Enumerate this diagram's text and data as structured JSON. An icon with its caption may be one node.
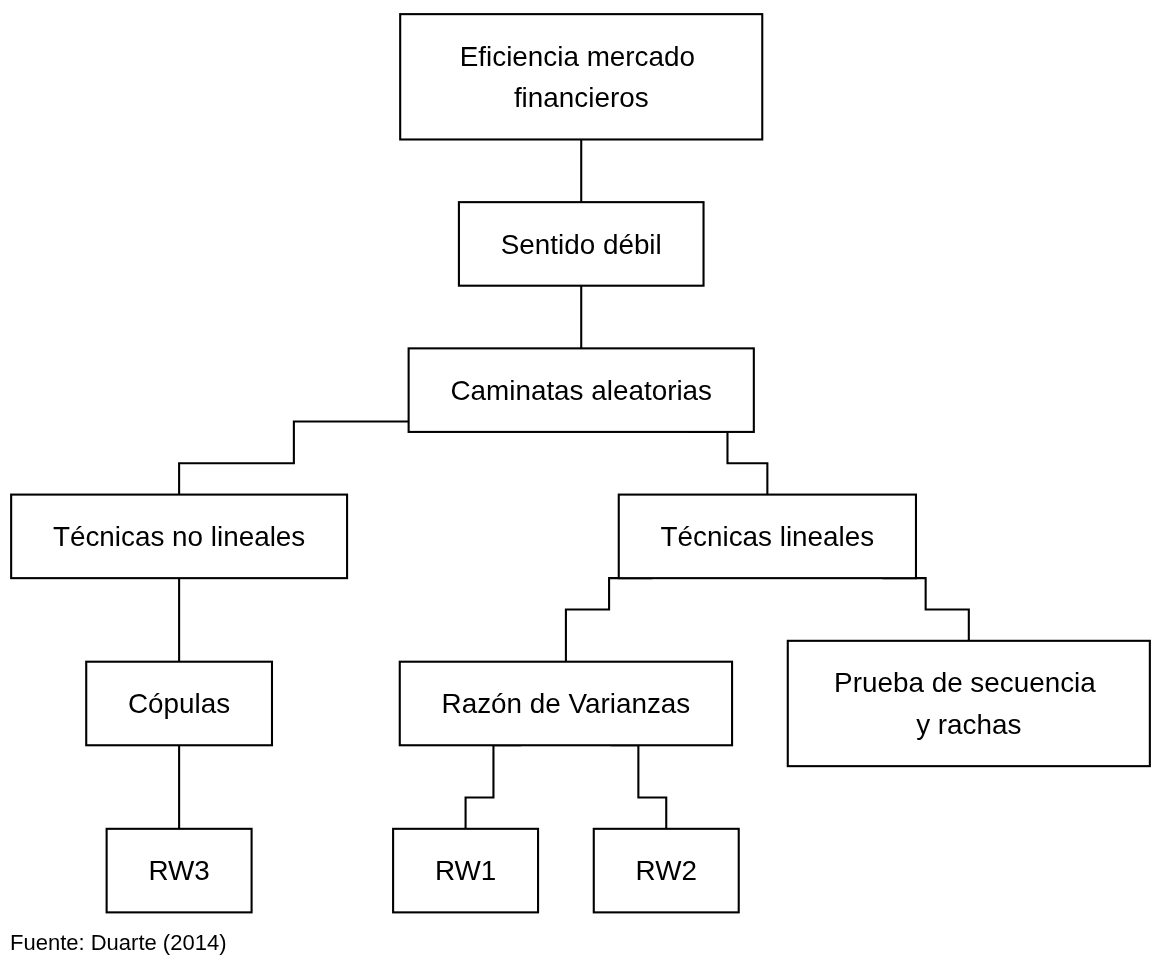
{
  "diagram": {
    "caption": "Fuente: Duarte (2014)",
    "nodes": [
      {
        "text": [
          "Eficiencia mercado financieros"
        ]
      },
      {
        "text": [
          "Sentido débil"
        ]
      },
      {
        "text": [
          "Caminatas aleatorias"
        ]
      },
      {
        "text": [
          "Técnicas no lineales"
        ]
      },
      {
        "text": [
          "Técnicas lineales"
        ]
      },
      {
        "text": [
          "Cópulas"
        ]
      },
      {
        "text": [
          "Razón de Varianzas"
        ]
      },
      {
        "text": [
          "Prueba de secuencia y rachas"
        ]
      },
      {
        "text": [
          "RW3"
        ]
      },
      {
        "text": [
          "RW1"
        ]
      },
      {
        "text": [
          "RW2"
        ]
      }
    ],
    "edges": [
      {
        "from": 0,
        "to": 1,
        "arrow": "none"
      },
      {
        "from": 1,
        "to": 2,
        "arrow": "none"
      },
      {
        "from": 2,
        "to": 3,
        "arrow": "none"
      },
      {
        "from": 2,
        "to": 4,
        "arrow": "none"
      },
      {
        "from": 3,
        "to": 5,
        "arrow": "none"
      },
      {
        "from": 4,
        "to": 6,
        "arrow": "none"
      },
      {
        "from": 4,
        "to": 7,
        "arrow": "none"
      },
      {
        "from": 5,
        "to": 8,
        "arrow": "none"
      },
      {
        "from": 6,
        "to": 9,
        "arrow": "none"
      },
      {
        "from": 6,
        "to": 10,
        "arrow": "none"
      }
    ]
  }
}
